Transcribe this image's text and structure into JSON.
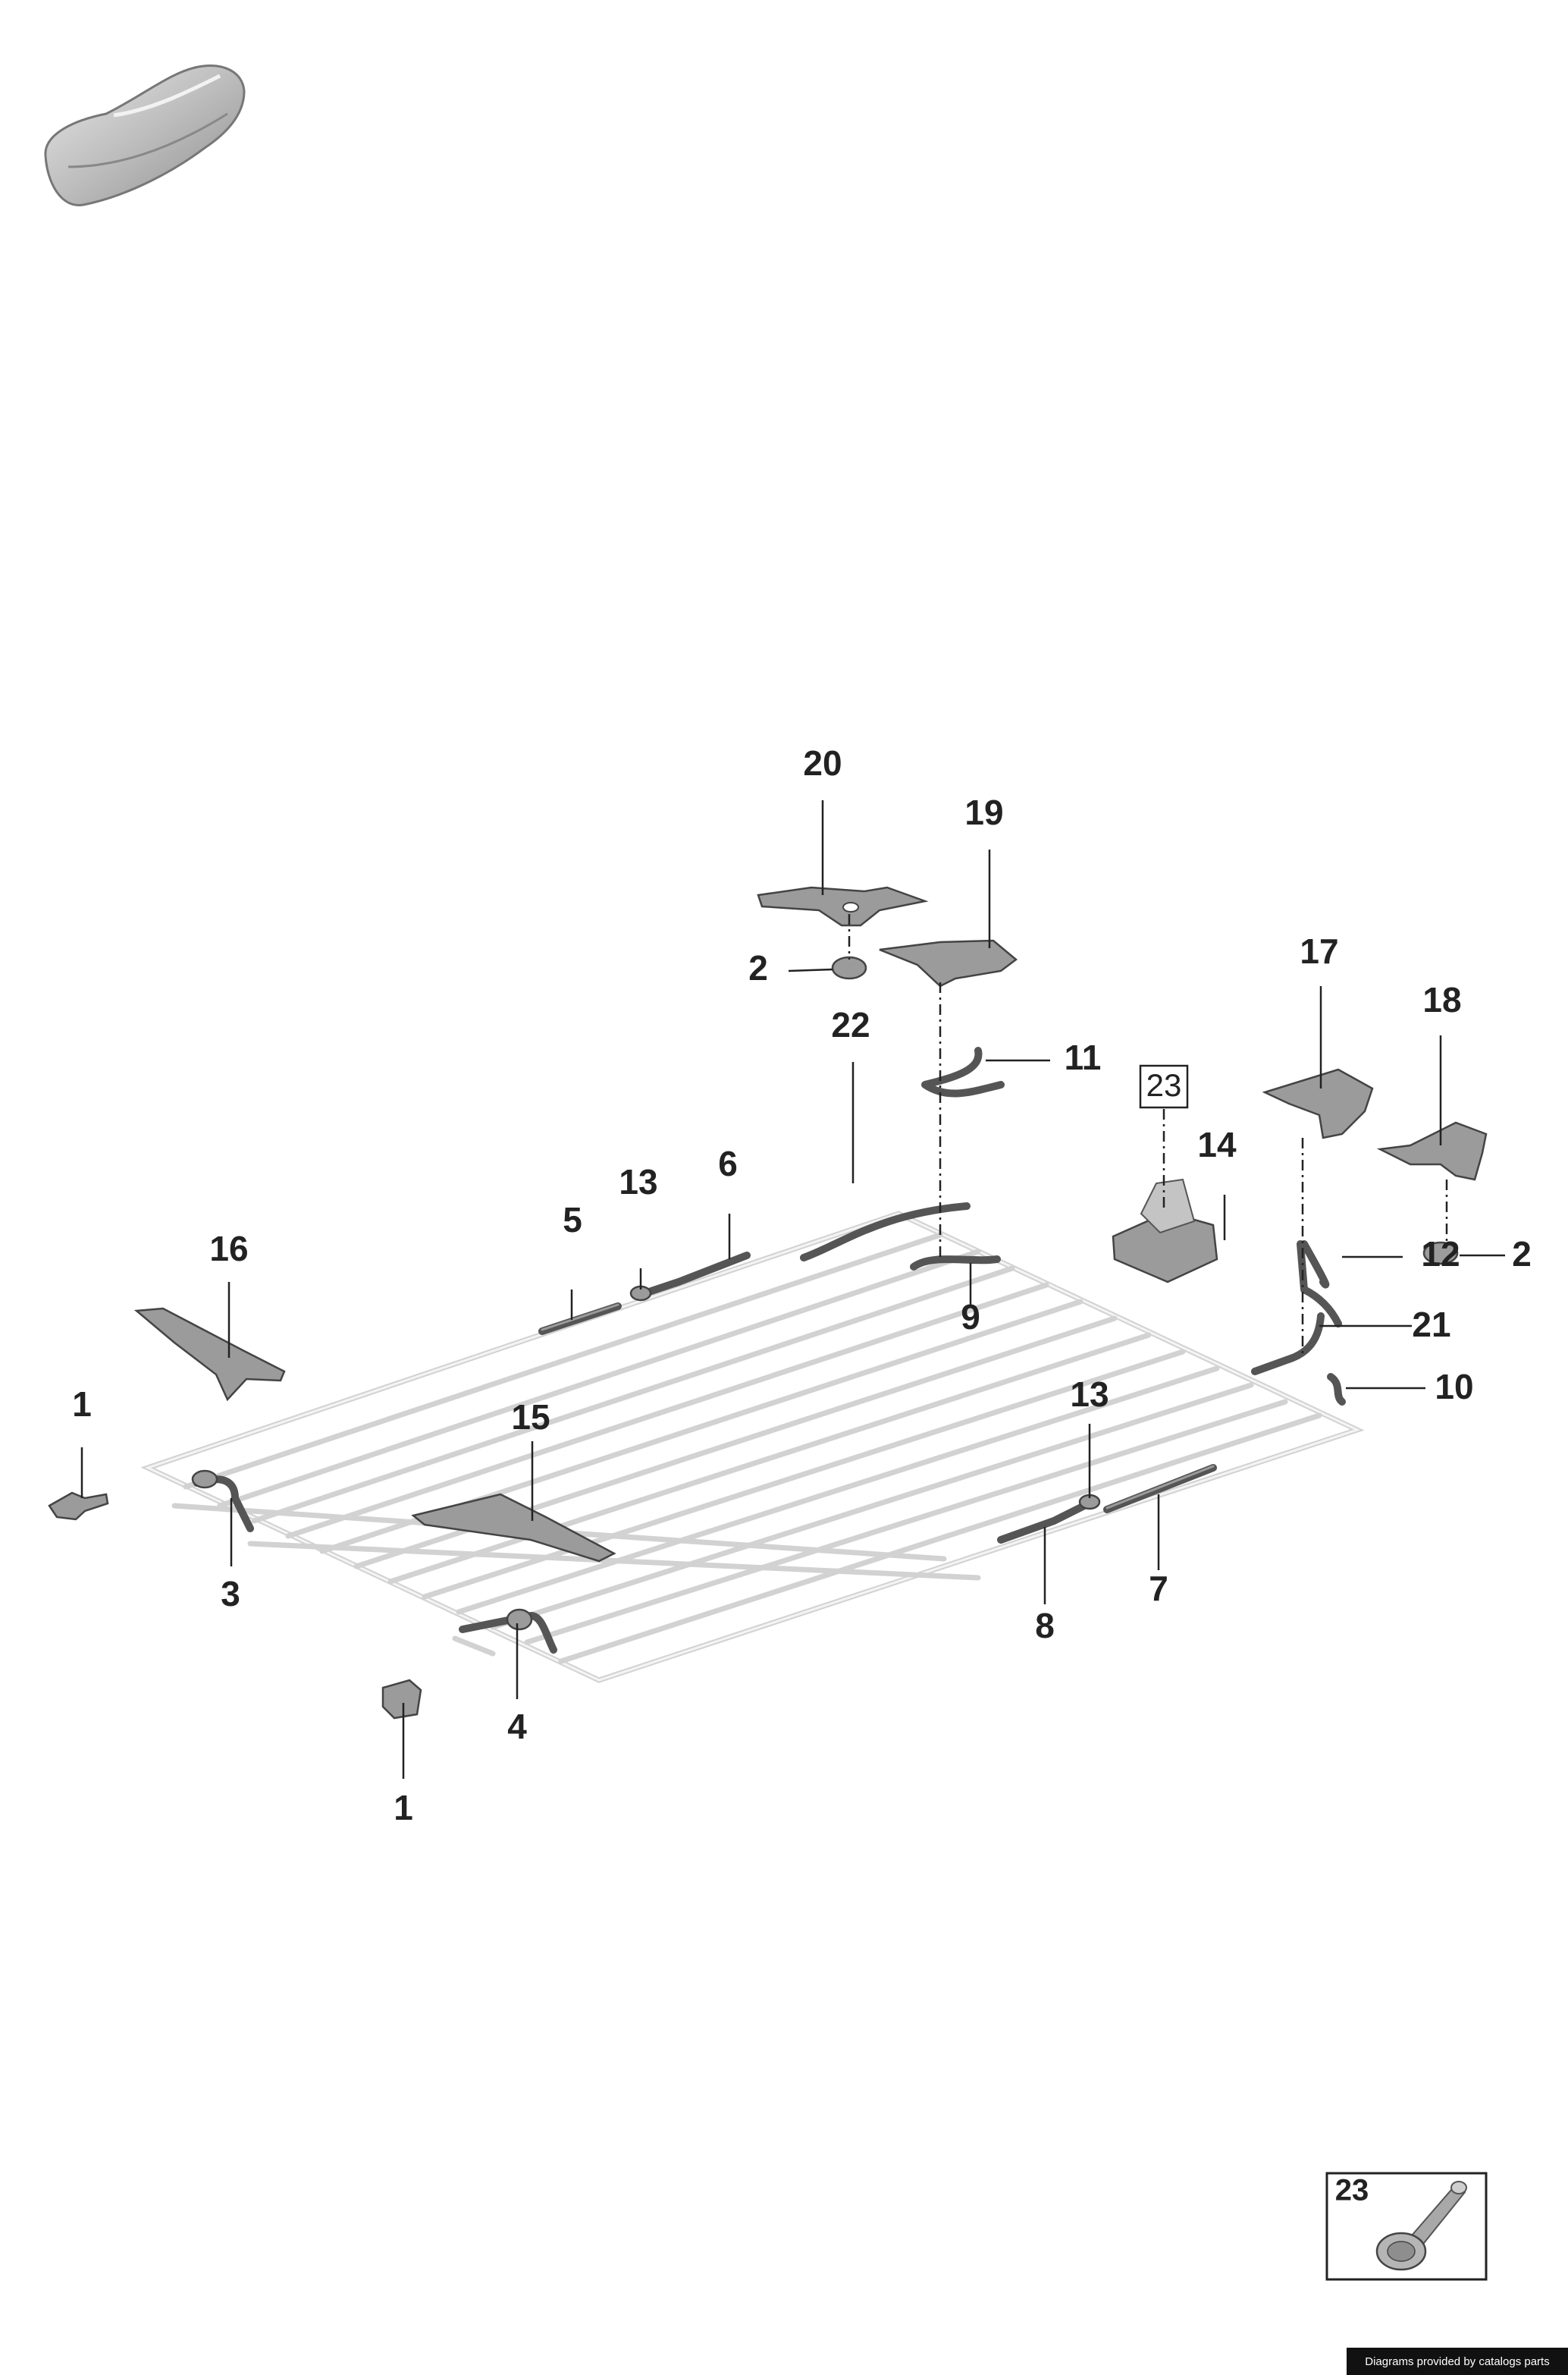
{
  "callouts": {
    "c1a": "1",
    "c1b": "1",
    "c2a": "2",
    "c2b": "2",
    "c3": "3",
    "c4": "4",
    "c5": "5",
    "c6": "6",
    "c7": "7",
    "c8": "8",
    "c9": "9",
    "c10": "10",
    "c11": "11",
    "c12": "12",
    "c13a": "13",
    "c13b": "13",
    "c14": "14",
    "c15": "15",
    "c16": "16",
    "c17": "17",
    "c18": "18",
    "c19": "19",
    "c20": "20",
    "c21": "21",
    "c22": "22"
  },
  "boxed_callout": "23",
  "inset_callout": "23",
  "credit": "Diagrams provided by catalogs parts",
  "colors": {
    "line": "#222222",
    "tube": "#d2d2d2",
    "hose": "#555555",
    "part": "#9b9b9b",
    "credit_bg": "#111111"
  }
}
